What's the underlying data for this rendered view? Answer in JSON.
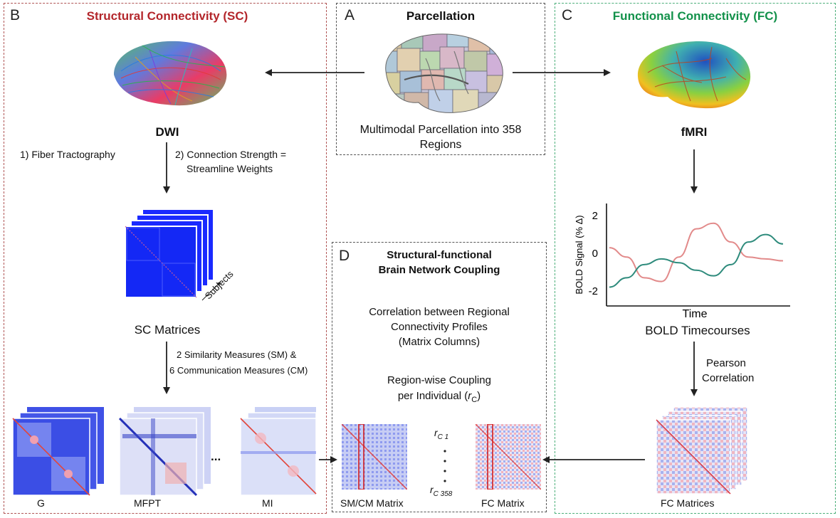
{
  "panel_a": {
    "letter": "A",
    "title": "Parcellation",
    "caption": "Multimodal Parcellation into 358 Regions"
  },
  "panel_b": {
    "letter": "B",
    "title": "Structural Connectivity (SC)",
    "dwi_label": "DWI",
    "step1": "1) Fiber Tractography",
    "step2_line1": "2) Connection Strength =",
    "step2_line2": "Streamline Weights",
    "subjects_label": "Subjects",
    "sc_matrices_label": "SC Matrices",
    "measures_line1": "2 Similarity Measures (SM) &",
    "measures_line2": "6 Communication Measures (CM)",
    "matrix_labels": [
      "G",
      "MFPT",
      "MI"
    ],
    "ellipsis": "..."
  },
  "panel_c": {
    "letter": "C",
    "title": "Functional Connectivity (FC)",
    "fmri_label": "fMRI",
    "bold_timecourses_label": "BOLD Timecourses",
    "pearson_line1": "Pearson",
    "pearson_line2": "Correlation",
    "fc_matrices_label": "FC Matrices"
  },
  "panel_d": {
    "letter": "D",
    "title_line1": "Structural-functional",
    "title_line2": "Brain Network Coupling",
    "corr_line1": "Correlation between Regional",
    "corr_line2": "Connectivity Profiles",
    "corr_line3": "(Matrix Columns)",
    "rw_line1": "Region-wise Coupling",
    "rw_line2_prefix": "per Individual (",
    "rw_var": "r",
    "rw_sub": "C",
    "rw_suffix": ")",
    "rc_first_var": "r",
    "rc_first_sub": "C 1",
    "rc_last_var": "r",
    "rc_last_sub": "C 358",
    "smcm_label": "SM/CM Matrix",
    "fc_matrix_label": "FC Matrix"
  },
  "chart_data": {
    "type": "line",
    "xlabel": "Time",
    "ylabel": "BOLD Signal (% Δ)",
    "ytick_labels": [
      "2",
      "0",
      "-2"
    ],
    "ylim": [
      -2.5,
      2.5
    ],
    "x": [
      0,
      1,
      2,
      3,
      4,
      5,
      6,
      7,
      8,
      9,
      10
    ],
    "series": [
      {
        "color": "#e28a8a",
        "values": [
          0.3,
          -0.2,
          -1.3,
          -1.5,
          -0.2,
          1.3,
          1.6,
          0.6,
          -0.2,
          -0.3,
          -0.4
        ]
      },
      {
        "color": "#2e8b7c",
        "values": [
          -1.8,
          -1.3,
          -0.6,
          -0.3,
          -0.5,
          -0.9,
          -1.2,
          -0.6,
          0.6,
          1.0,
          0.5
        ]
      }
    ]
  },
  "colors": {
    "sc_title": "#b3262b",
    "fc_title": "#12914a",
    "panel_b_border": "#b05555",
    "panel_c_border": "#4caf7a"
  }
}
